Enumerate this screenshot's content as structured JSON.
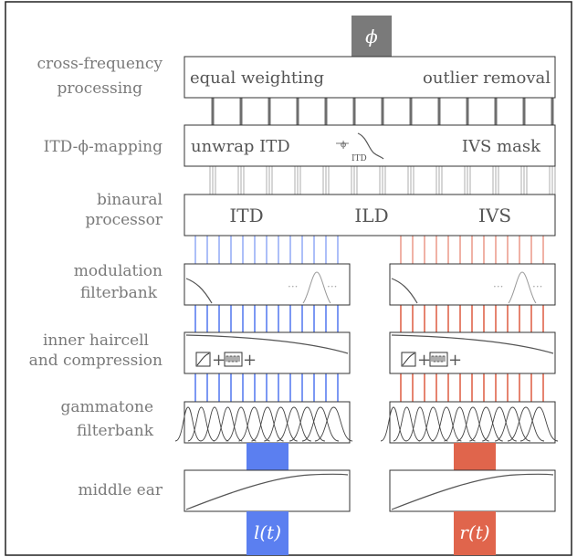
{
  "colors": {
    "left": "#5b7ff0",
    "right": "#e0654c",
    "phi_box": "#7a7a7a",
    "label_text": "#7a7a7a",
    "box_text": "#555555"
  },
  "output": {
    "symbol": "ϕ"
  },
  "stages": {
    "cross_frequency": {
      "label_line1": "cross-frequency",
      "label_line2": "processing",
      "left_text": "equal weighting",
      "right_text": "outlier removal"
    },
    "itd_mapping": {
      "label": "ITD-ϕ-mapping",
      "left_text": "unwrap ITD",
      "right_text": "IVS mask",
      "mini_axis_x": "ITD",
      "mini_axis_y": "ϕ"
    },
    "binaural": {
      "label_line1": "binaural",
      "label_line2": "processor",
      "itd": "ITD",
      "ild": "ILD",
      "ivs": "IVS"
    },
    "modulation": {
      "label_line1": "modulation",
      "label_line2": "filterbank",
      "dots": "···"
    },
    "haircell": {
      "label_line1": "inner haircell",
      "label_line2": "and compression",
      "plus": "+"
    },
    "gammatone": {
      "label_line1": "gammatone",
      "label_line2": "filterbank"
    },
    "middle_ear": {
      "label": "middle ear"
    }
  },
  "inputs": {
    "left": "l(t)",
    "right": "r(t)"
  }
}
